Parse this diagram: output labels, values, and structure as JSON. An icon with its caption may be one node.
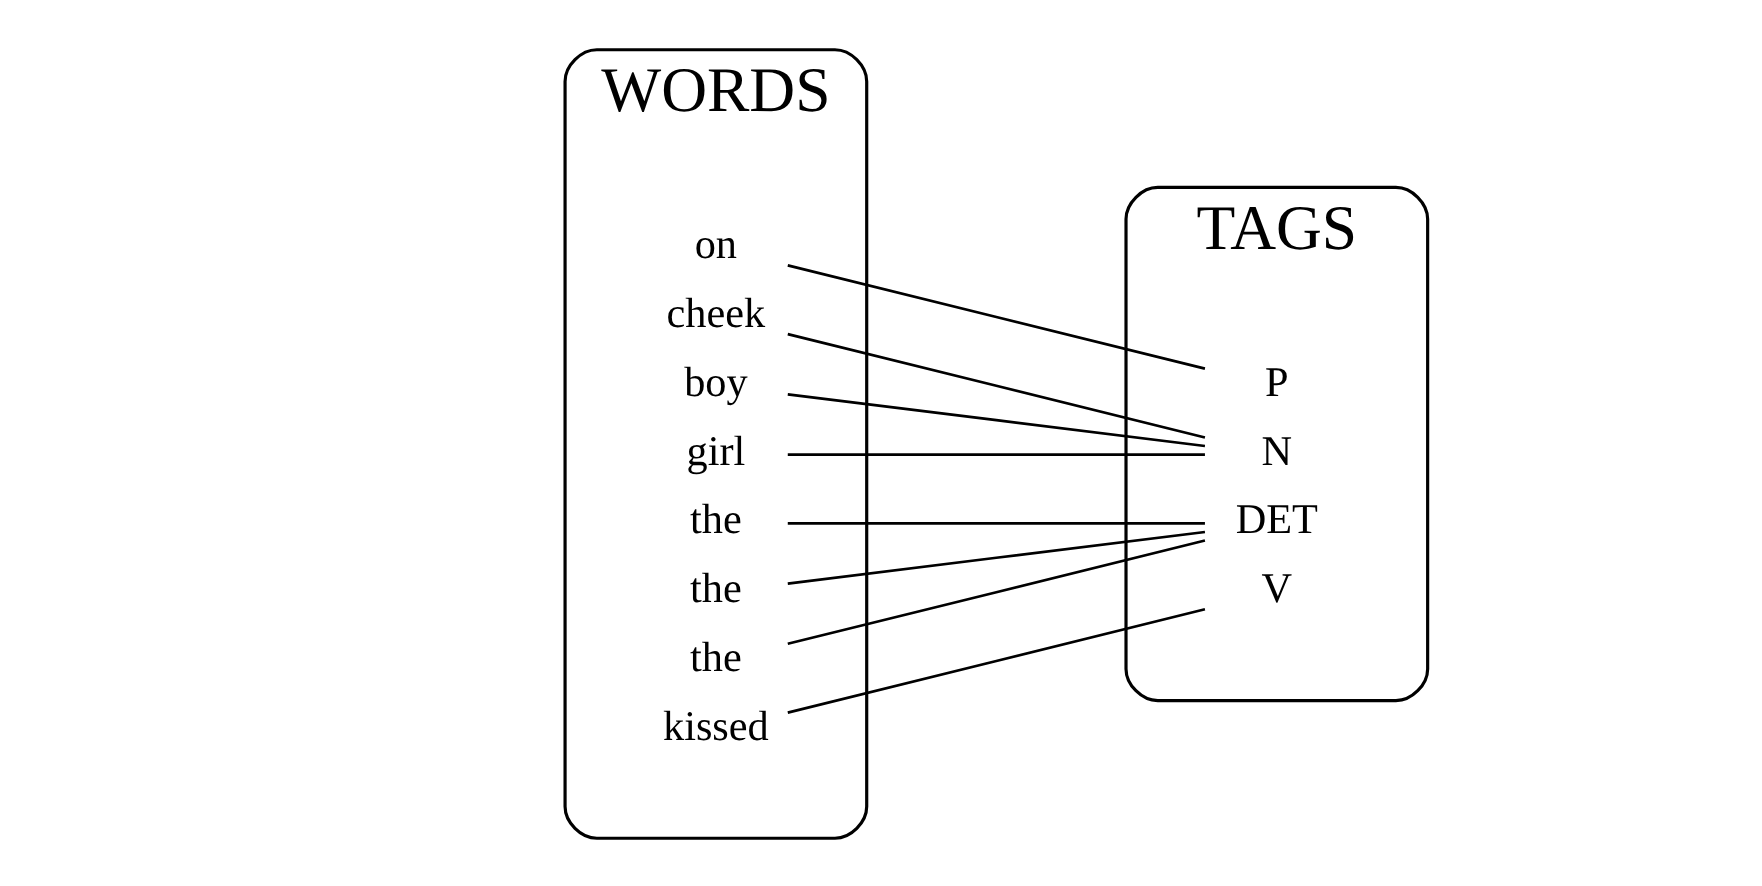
{
  "diagram": {
    "nodes": [
      {
        "text": [
          "WORDS"
        ]
      },
      {
        "text": [
          "the"
        ],
        "in": 0
      },
      {
        "text": [
          "girl"
        ],
        "in": 0
      },
      {
        "text": [
          "kissed"
        ],
        "in": 0
      },
      {
        "text": [
          "the"
        ],
        "in": 0
      },
      {
        "text": [
          "boy"
        ],
        "in": 0
      },
      {
        "text": [
          "on"
        ],
        "in": 0
      },
      {
        "text": [
          "the"
        ],
        "in": 0
      },
      {
        "text": [
          "cheek"
        ],
        "in": 0
      },
      {
        "text": [
          "TAGS"
        ]
      },
      {
        "text": [
          "N"
        ],
        "in": 9
      },
      {
        "text": [
          "V"
        ],
        "in": 9
      },
      {
        "text": [
          "P"
        ],
        "in": 9
      },
      {
        "text": [
          "DET"
        ],
        "in": 9
      }
    ],
    "edges": [
      {
        "from": 1,
        "to": 13,
        "arrow": "none"
      },
      {
        "from": 2,
        "to": 10,
        "arrow": "none"
      },
      {
        "from": 3,
        "to": 11,
        "arrow": "none"
      },
      {
        "from": 4,
        "to": 13,
        "arrow": "none"
      },
      {
        "from": 5,
        "to": 10,
        "arrow": "none"
      },
      {
        "from": 6,
        "to": 12,
        "arrow": "none"
      },
      {
        "from": 7,
        "to": 13,
        "arrow": "none"
      },
      {
        "from": 8,
        "to": 10,
        "arrow": "none"
      }
    ]
  }
}
